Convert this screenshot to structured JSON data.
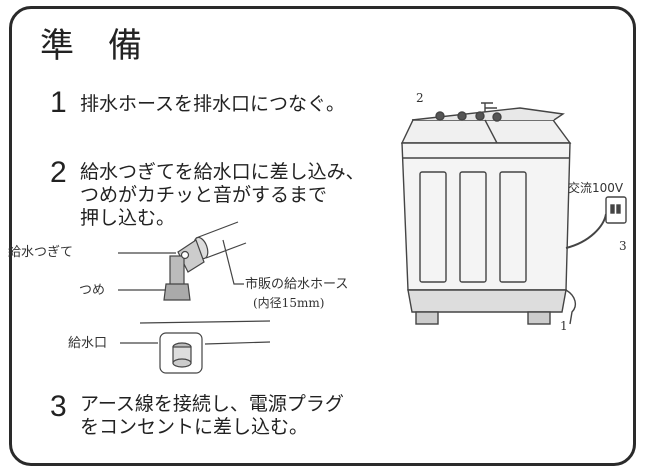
{
  "title": "準備",
  "steps": [
    {
      "number": "1",
      "text": "排水ホースを排水口につなぐ。"
    },
    {
      "number": "2",
      "line1": "給水つぎてを給水口に差し込み、",
      "line2": "つめがカチッと音がするまで",
      "line3": "押し込む。"
    },
    {
      "number": "3",
      "line1": "アース線を接続し、電源プラグ",
      "line2": "をコンセントに差し込む。"
    }
  ],
  "diagram_labels": {
    "fitting": "給水つぎて",
    "claw": "つめ",
    "hose": "市販の給水ホース",
    "hose_size": "(内径15mm)",
    "inlet": "給水口"
  },
  "machine_labels": {
    "callout_2": "2",
    "callout_3": "3",
    "callout_1": "1",
    "power": "交流100V"
  }
}
